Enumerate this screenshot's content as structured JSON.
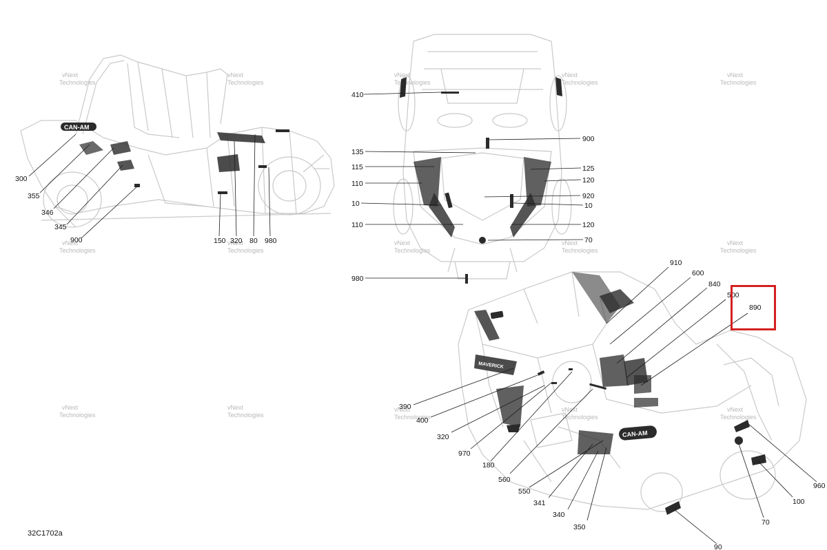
{
  "diagram_id": "32C1702a",
  "watermark": [
    "vNext",
    "Technologies"
  ],
  "highlighted_callout": "890",
  "colors": {
    "highlight": "#d42020",
    "line": "#1a1a1a",
    "sketch": "#c9c9c9"
  },
  "callouts": {
    "c300": "300",
    "c355": "355",
    "c346": "346",
    "c345": "345",
    "c900a": "900",
    "c150": "150",
    "c320a": "320",
    "c80": "80",
    "c980a": "980",
    "c410": "410",
    "c135": "135",
    "c115": "115",
    "c110a": "110",
    "c10a": "10",
    "c110b": "110",
    "c900b": "900",
    "c125": "125",
    "c120a": "120",
    "c920": "920",
    "c10b": "10",
    "c120b": "120",
    "c70a": "70",
    "c980b": "980",
    "c910": "910",
    "c600": "600",
    "c840": "840",
    "c500": "500",
    "c890": "890",
    "c390": "390",
    "c400": "400",
    "c320b": "320",
    "c970": "970",
    "c180": "180",
    "c560": "560",
    "c550": "550",
    "c341": "341",
    "c340": "340",
    "c350": "350",
    "c960": "960",
    "c100": "100",
    "c70b": "70",
    "c90": "90"
  }
}
